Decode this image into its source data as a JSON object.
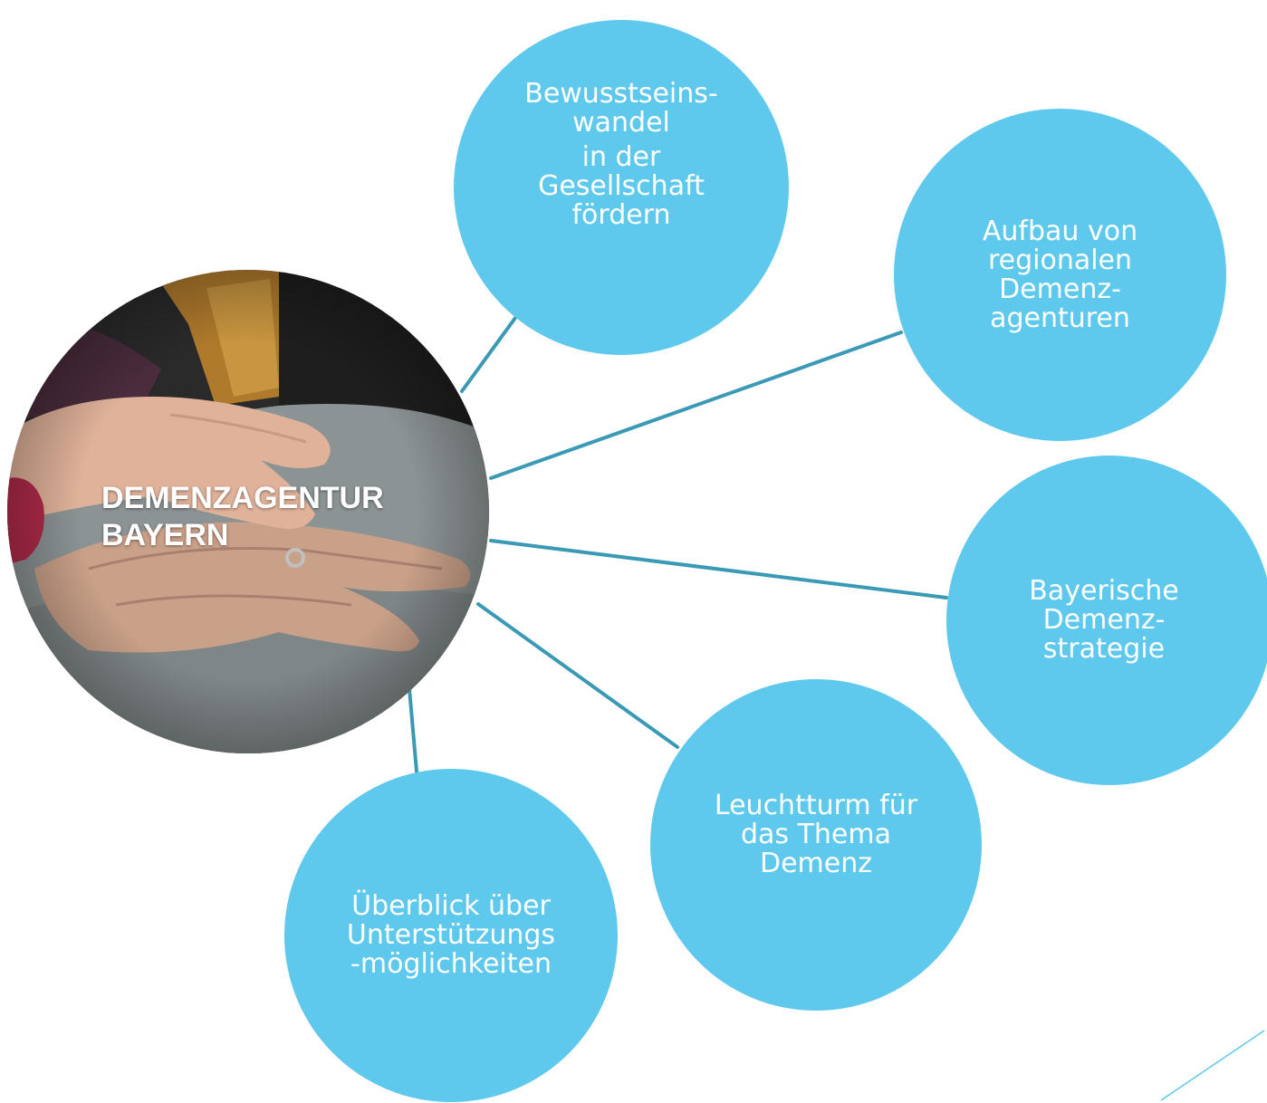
{
  "center": {
    "title_line1": "DEMENZAGENTUR",
    "title_line2": "BAYERN",
    "image": "photo of elderly hands held by a younger hand on grey cushion"
  },
  "nodes": [
    {
      "id": "bewusstsein",
      "lines": [
        "Bewusstseins-",
        "wandel",
        "in der",
        "Gesellschaft",
        "fördern"
      ]
    },
    {
      "id": "aufbau",
      "lines": [
        "Aufbau von",
        "regionalen",
        "Demenz-",
        "agenturen"
      ]
    },
    {
      "id": "strategie",
      "lines": [
        "Bayerische",
        "Demenz-",
        "strategie"
      ]
    },
    {
      "id": "leuchtturm",
      "lines": [
        "Leuchtturm für",
        "das Thema",
        "Demenz"
      ]
    },
    {
      "id": "ueberblick",
      "lines": [
        "Überblick über",
        "Unterstützungs",
        "-möglichkeiten"
      ]
    }
  ],
  "colors": {
    "node_fill": "#5ec9ec",
    "connector": "#3a9ab5",
    "node_text": "#ffffff"
  }
}
